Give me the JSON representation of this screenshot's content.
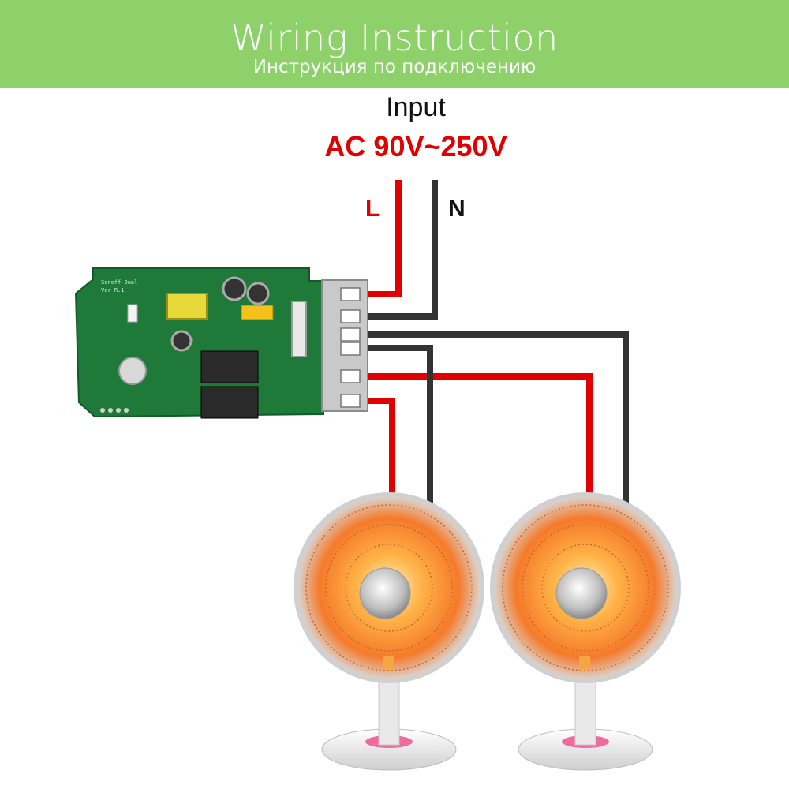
{
  "banner": {
    "title": "Wiring Instruction",
    "subtitle": "Инструкция по подключению",
    "color": "#8ed16a"
  },
  "input": {
    "label": "Input",
    "voltage": "AC 90V~250V",
    "voltage_color": "#e00000"
  },
  "wires": {
    "live_label": "L",
    "neutral_label": "N",
    "live_color": "#e00000",
    "neutral_color": "#333333"
  },
  "module": {
    "board_text_line1": "Sonoff Dual",
    "board_text_line2": "Ver R.1",
    "terminal_count": 6
  },
  "loads": [
    {
      "name": "heater-1",
      "icon": "heater-icon"
    },
    {
      "name": "heater-2",
      "icon": "heater-icon"
    }
  ]
}
